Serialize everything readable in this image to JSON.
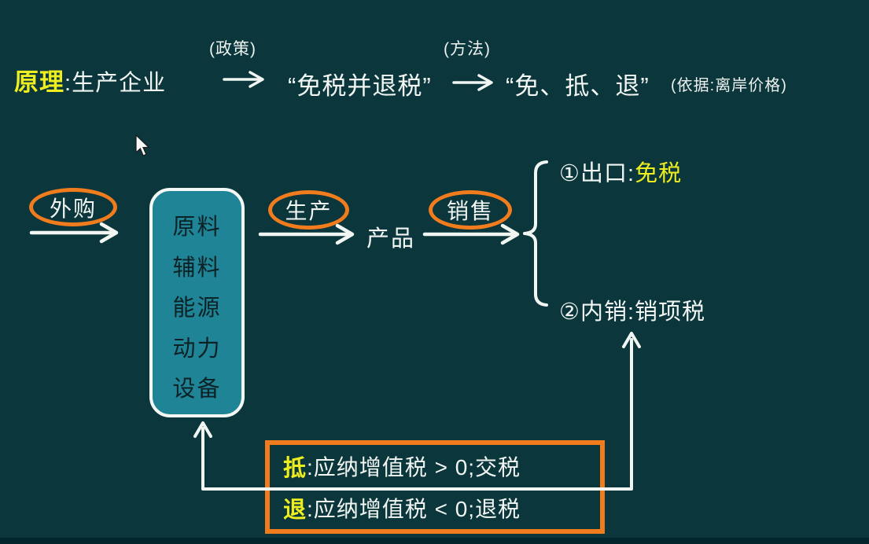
{
  "colors": {
    "background": "#0a363c",
    "accent_orange": "#f07c1d",
    "highlight_yellow": "#eeed1f",
    "inputs_box_teal": "#1f8496",
    "text_white": "#f2f6f3",
    "inputs_text_dark": "#0c2226"
  },
  "header": {
    "label": "原理",
    "colon": ":",
    "subject": "生产企业",
    "policy_note": "(政策)",
    "term_policy": "“免税并退税”",
    "method_note": "(方法)",
    "term_method": "“免、抵、退”",
    "basis_note": "(依据:离岸价格)"
  },
  "flow": {
    "purchase_label": "外购",
    "inputs": [
      "原料",
      "辅料",
      "能源",
      "动力",
      "设备"
    ],
    "produce_label": "生产",
    "product_label": "产品",
    "sell_label": "销售",
    "branch_export_prefix": "①出口:",
    "branch_export_highlight": "免税",
    "branch_domestic": "②内销:销项税"
  },
  "rules": {
    "rows": [
      {
        "key": "抵",
        "text": ":应纳增值税 > 0;交税"
      },
      {
        "key": "退",
        "text": ":应纳增值税 < 0;退税"
      }
    ]
  }
}
